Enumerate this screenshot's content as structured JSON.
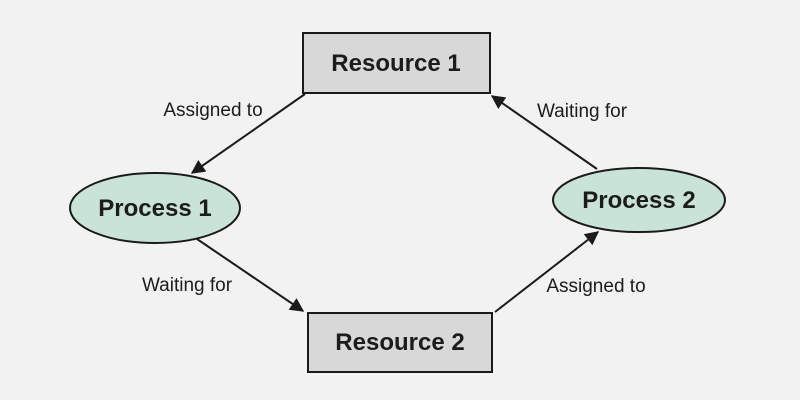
{
  "diagram": {
    "type": "resource-allocation-deadlock-graph",
    "nodes": [
      {
        "id": "resource-1",
        "label": "Resource 1",
        "shape": "rectangle"
      },
      {
        "id": "process-1",
        "label": "Process 1",
        "shape": "ellipse"
      },
      {
        "id": "resource-2",
        "label": "Resource 2",
        "shape": "rectangle"
      },
      {
        "id": "process-2",
        "label": "Process 2",
        "shape": "ellipse"
      }
    ],
    "edges": [
      {
        "from": "Resource 1",
        "to": "Process 1",
        "label": "Assigned to"
      },
      {
        "from": "Process 1",
        "to": "Resource 2",
        "label": "Waiting for"
      },
      {
        "from": "Resource 2",
        "to": "Process 2",
        "label": "Assigned to"
      },
      {
        "from": "Process 2",
        "to": "Resource 1",
        "label": "Waiting for"
      }
    ],
    "colors": {
      "background": "#f2f2f2",
      "resource_fill": "#d8d8d8",
      "process_fill": "#c9e3d6",
      "stroke": "#1a1a1a",
      "text": "#1c1c1c"
    }
  }
}
